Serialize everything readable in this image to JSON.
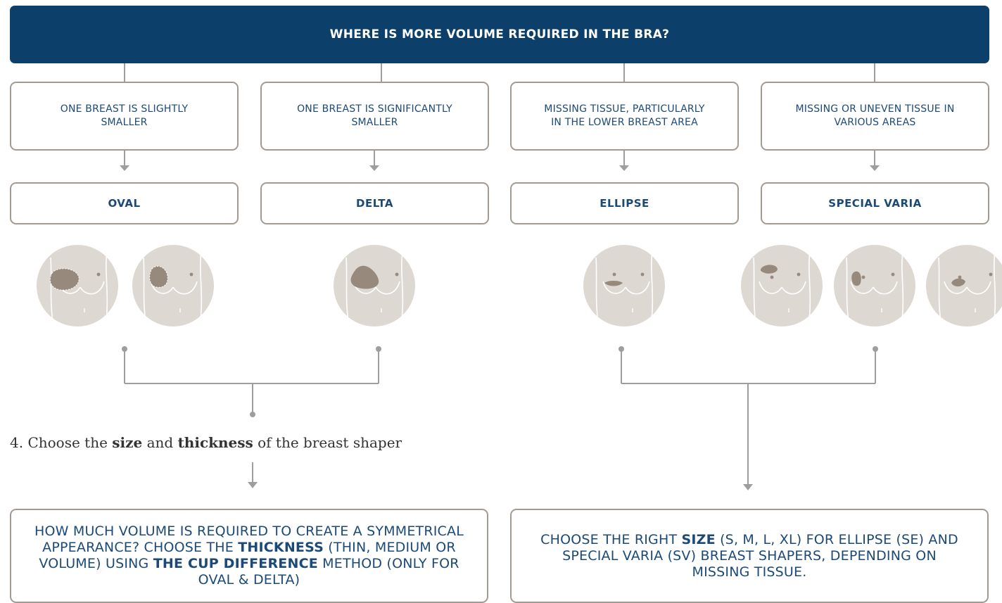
{
  "header": {
    "title": "WHERE IS MORE VOLUME REQUIRED IN THE BRA?"
  },
  "conditions": [
    "ONE BREAST IS SLIGHTLY SMALLER",
    "ONE BREAST IS SIGNIFICANTLY SMALLER",
    "MISSING TISSUE, PARTICULARLY IN THE LOWER BREAST AREA",
    "MISSING OR UNEVEN TISSUE IN VARIOUS AREAS"
  ],
  "shapes": [
    "OVAL",
    "DELTA",
    "ELLIPSE",
    "SPECIAL VARIA"
  ],
  "step": {
    "prefix": "4. Choose the ",
    "size": "size",
    "mid": " and ",
    "thickness": "thickness",
    "suffix": " of the breast shaper"
  },
  "result_left": {
    "part1": "HOW MUCH VOLUME IS REQUIRED TO CREATE A SYMMETRICAL APPEARANCE? CHOOSE THE ",
    "bold1": "THICKNESS",
    "part2": " (THIN, MEDIUM OR VOLUME) USING ",
    "bold2": "THE CUP DIFFERENCE",
    "part3": " METHOD (ONLY FOR OVAL & DELTA)"
  },
  "result_right": {
    "part1": "CHOOSE THE RIGHT ",
    "bold1": "SIZE",
    "part2": " (S, M, L, XL) FOR ELLIPSE (SE) AND SPECIAL VARIA (SV) BREAST SHAPERS, DEPENDING ON MISSING TISSUE."
  },
  "illustrations": [
    {
      "name": "oval-illustration-1",
      "highlight": "large-left-dotted"
    },
    {
      "name": "oval-illustration-2",
      "highlight": "medium-left-dotted"
    },
    {
      "name": "delta-illustration",
      "highlight": "teardrop-left"
    },
    {
      "name": "ellipse-illustration",
      "highlight": "lower-left"
    },
    {
      "name": "special-varia-illustration-1",
      "highlight": "upper-left"
    },
    {
      "name": "special-varia-illustration-2",
      "highlight": "inner-left"
    },
    {
      "name": "special-varia-illustration-3",
      "highlight": "lower-center"
    }
  ],
  "colors": {
    "header_bg": "#0d3f6b",
    "text_blue": "#1b4a78",
    "border": "#a39a91",
    "connector": "#9e9e9e",
    "illus_bg": "#ddd8d2",
    "illus_mark": "#978a7d"
  }
}
